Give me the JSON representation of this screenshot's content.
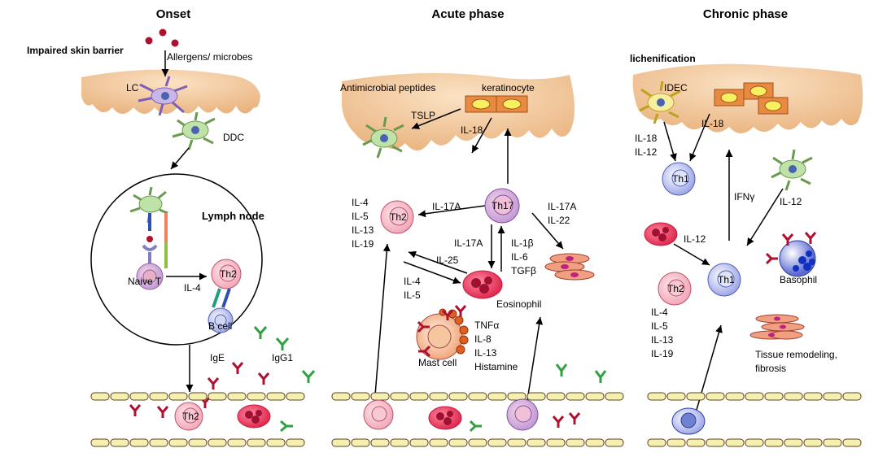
{
  "headers": {
    "onset": "Onset",
    "acute": "Acute phase",
    "chronic": "Chronic phase"
  },
  "onset": {
    "barrier": "Impaired skin barrier",
    "allergens": "Allergens/ microbes",
    "lc": "LC",
    "ddc": "DDC",
    "lymph": "Lymph node",
    "naive": "Naive T",
    "il4": "IL-4",
    "th2_top": "Th2",
    "bcell": "B cell",
    "ige": "IgE",
    "igg1": "IgG1",
    "th2_vessel": "Th2"
  },
  "acute": {
    "amp": "Antimicrobial peptides",
    "kerat": "keratinocyte",
    "tslp": "TSLP",
    "il18": "IL-18",
    "left_cyto": [
      "IL-4",
      "IL-5",
      "IL-13",
      "IL-19"
    ],
    "th2": "Th2",
    "il17a_a": "IL-17A",
    "th17": "Th17",
    "r_cyto": [
      "IL-17A",
      "IL-22"
    ],
    "il17a_b": "IL-17A",
    "il25": "IL-25",
    "mid_cyto": [
      "IL-1β",
      "IL-6",
      "TGFβ"
    ],
    "low_cyto": [
      "IL-4",
      "IL-5"
    ],
    "eos": "Eosinophil",
    "mast_cyto": [
      "TNFα",
      "IL-8",
      "IL-13",
      "Histamine"
    ],
    "mast": "Mast cell"
  },
  "chronic": {
    "lichen": "lichenification",
    "idec": "IDEC",
    "il18a": [
      "IL-18",
      "IL-12"
    ],
    "il18b": "IL-18",
    "th1a": "Th1",
    "ifng": "IFNγ",
    "il12a": "IL-12",
    "il12b": "IL-12",
    "th2": "Th2",
    "th1b": "Th1",
    "baso": "Basophil",
    "cyto": [
      "IL-4",
      "IL-5",
      "IL-13",
      "IL-19"
    ],
    "remodel": [
      "Tissue remodeling,",
      "fibrosis"
    ]
  }
}
